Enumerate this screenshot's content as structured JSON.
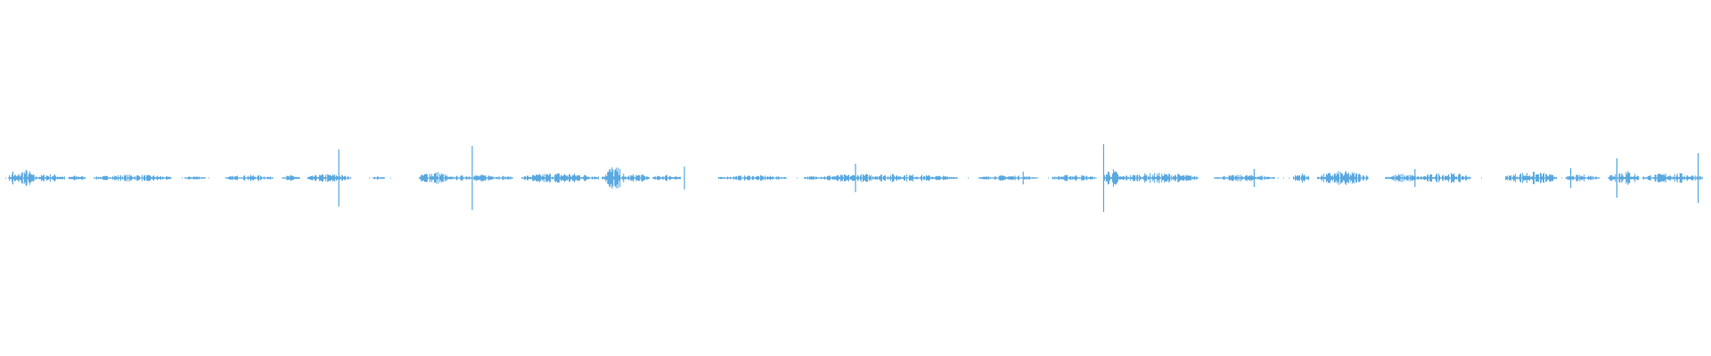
{
  "waveform": {
    "color": "#5aa9e0",
    "background": "#ffffff",
    "segments": [
      {
        "start": 0.005,
        "end": 0.01,
        "level": 0.15
      },
      {
        "start": 0.01,
        "end": 0.02,
        "level": 0.25
      },
      {
        "start": 0.02,
        "end": 0.038,
        "level": 0.12
      },
      {
        "start": 0.04,
        "end": 0.05,
        "level": 0.08
      },
      {
        "start": 0.055,
        "end": 0.1,
        "level": 0.1
      },
      {
        "start": 0.108,
        "end": 0.12,
        "level": 0.06
      },
      {
        "start": 0.132,
        "end": 0.16,
        "level": 0.09
      },
      {
        "start": 0.165,
        "end": 0.175,
        "level": 0.08
      },
      {
        "start": 0.18,
        "end": 0.205,
        "level": 0.12
      },
      {
        "start": 0.218,
        "end": 0.225,
        "level": 0.05
      },
      {
        "start": 0.245,
        "end": 0.262,
        "level": 0.2
      },
      {
        "start": 0.262,
        "end": 0.3,
        "level": 0.1
      },
      {
        "start": 0.305,
        "end": 0.35,
        "level": 0.15
      },
      {
        "start": 0.352,
        "end": 0.365,
        "level": 0.35
      },
      {
        "start": 0.365,
        "end": 0.38,
        "level": 0.12
      },
      {
        "start": 0.382,
        "end": 0.398,
        "level": 0.1
      },
      {
        "start": 0.42,
        "end": 0.46,
        "level": 0.08
      },
      {
        "start": 0.47,
        "end": 0.56,
        "level": 0.12
      },
      {
        "start": 0.572,
        "end": 0.606,
        "level": 0.08
      },
      {
        "start": 0.615,
        "end": 0.64,
        "level": 0.1
      },
      {
        "start": 0.645,
        "end": 0.654,
        "level": 0.28
      },
      {
        "start": 0.654,
        "end": 0.7,
        "level": 0.15
      },
      {
        "start": 0.71,
        "end": 0.745,
        "level": 0.1
      },
      {
        "start": 0.756,
        "end": 0.765,
        "level": 0.15
      },
      {
        "start": 0.77,
        "end": 0.8,
        "level": 0.2
      },
      {
        "start": 0.81,
        "end": 0.83,
        "level": 0.12
      },
      {
        "start": 0.83,
        "end": 0.86,
        "level": 0.15
      },
      {
        "start": 0.88,
        "end": 0.91,
        "level": 0.18
      },
      {
        "start": 0.915,
        "end": 0.935,
        "level": 0.1
      },
      {
        "start": 0.94,
        "end": 0.958,
        "level": 0.22
      },
      {
        "start": 0.96,
        "end": 0.995,
        "level": 0.15
      }
    ],
    "spikes": [
      {
        "pos": 0.0075,
        "level": 0.18
      },
      {
        "pos": 0.198,
        "level": 0.8
      },
      {
        "pos": 0.276,
        "level": 0.9
      },
      {
        "pos": 0.4,
        "level": 0.32
      },
      {
        "pos": 0.5,
        "level": 0.4
      },
      {
        "pos": 0.598,
        "level": 0.18
      },
      {
        "pos": 0.645,
        "level": 0.95
      },
      {
        "pos": 0.733,
        "level": 0.25
      },
      {
        "pos": 0.827,
        "level": 0.25
      },
      {
        "pos": 0.918,
        "level": 0.28
      },
      {
        "pos": 0.945,
        "level": 0.55
      },
      {
        "pos": 0.9925,
        "level": 0.7
      }
    ]
  }
}
